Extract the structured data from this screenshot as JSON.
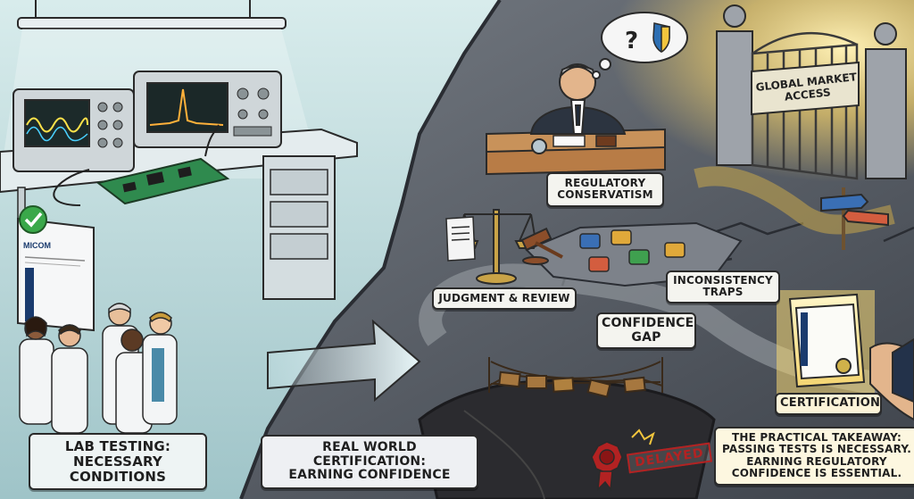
{
  "labels": {
    "lab_testing": [
      "LAB TESTING:",
      "NECESSARY CONDITIONS"
    ],
    "real_world": [
      "REAL WORLD CERTIFICATION:",
      "EARNING CONFIDENCE"
    ],
    "regulatory": [
      "REGULATORY",
      "CONSERVATISM"
    ],
    "judgment": "JUDGMENT & REVIEW",
    "inconsistency": [
      "INCONSISTENCY",
      "TRAPS"
    ],
    "confidence_gap": [
      "CONFIDENCE",
      "GAP"
    ],
    "certification": "CERTIFICATION",
    "takeaway": [
      "THE PRACTICAL TAKEAWAY:",
      "PASSING TESTS IS NECESSARY.",
      "EARNING REGULATORY",
      "CONFIDENCE IS ESSENTIAL."
    ],
    "gate_sign": [
      "GLOBAL MARKET",
      "ACCESS"
    ],
    "delayed_stamp": "DELAYED",
    "thought_bubble": "?",
    "doc_brand": "MICOM"
  },
  "colors": {
    "lab_bg": "#cfe4e6",
    "stone_bg": "#5a5f68",
    "glow": "#f6d77a",
    "accent_green": "#3aa84a",
    "stamp_red": "#b32222"
  },
  "icons": [
    "checkmark-icon",
    "shield-icon",
    "question-icon",
    "scale-icon",
    "gavel-icon",
    "arrow-icon",
    "puzzle-icon",
    "wax-seal-icon",
    "signpost-icon"
  ]
}
